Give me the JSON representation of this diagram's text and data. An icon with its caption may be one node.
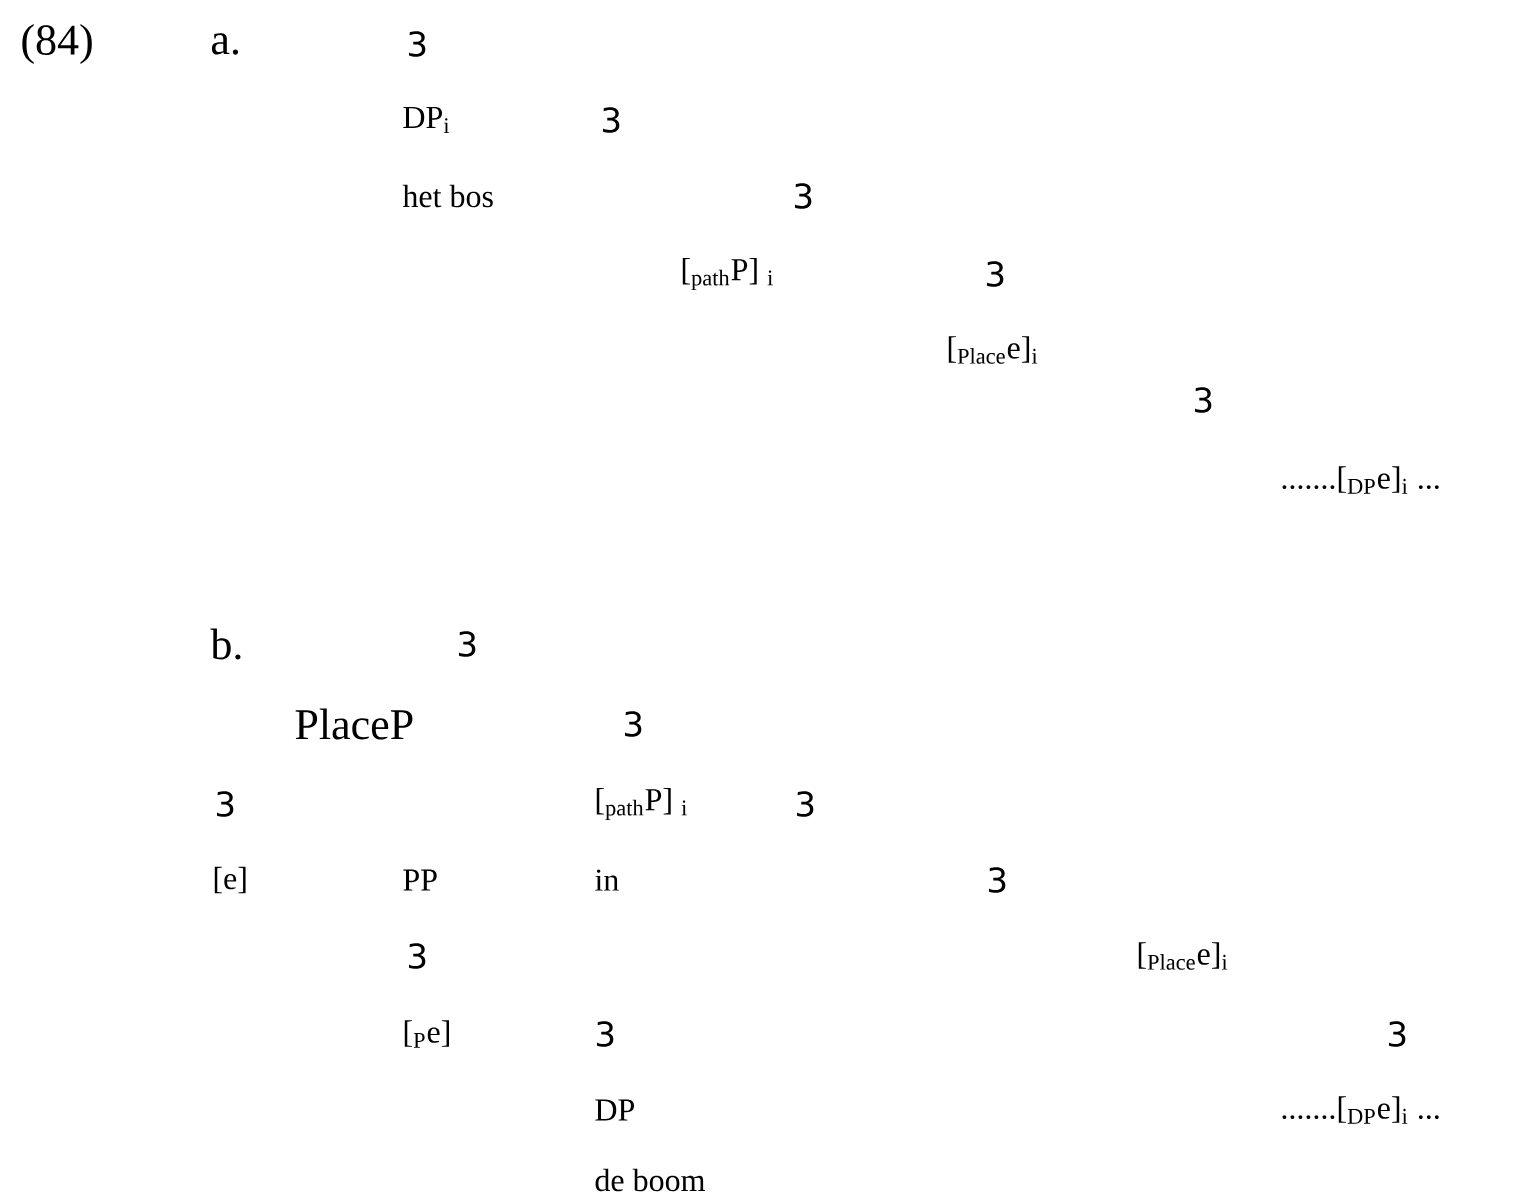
{
  "diagram": {
    "labels": [
      "(84)",
      "a.",
      "3",
      "DP$_{i}$",
      "3",
      "het bos",
      "3",
      "[$_{path}$P] $_{i}$",
      "3",
      "[$_{Place}$e]$_{i}$",
      "3",
      ".......[$_{DP}$e]$_{i}$ ...",
      "b.",
      "3",
      "PlaceP",
      "3",
      "3",
      "[$_{path}$P] $_{i}$",
      "3",
      "[e]",
      "PP",
      "in",
      "3",
      "3",
      "[$_{Place}$e]$_{i}$",
      "[$_{P}$e]",
      "3",
      "3",
      "DP",
      ".......[$_{DP}$e]$_{i}$ ...",
      "de boom"
    ]
  }
}
